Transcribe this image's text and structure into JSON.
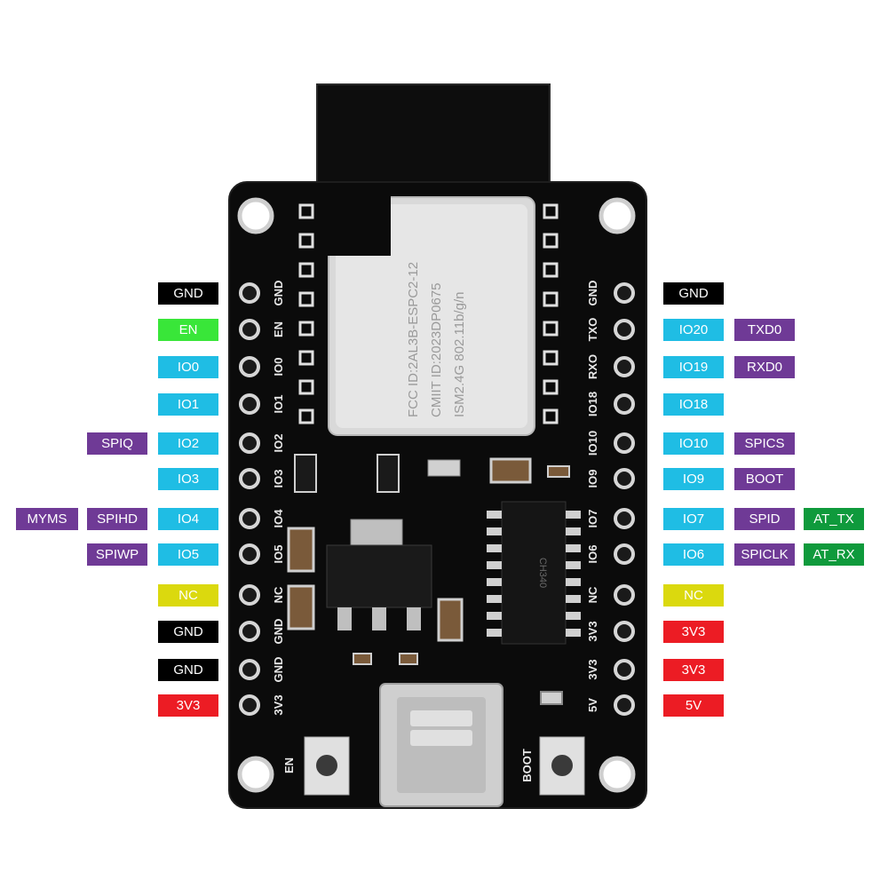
{
  "colors": {
    "gnd": "#000000",
    "en": "#39e639",
    "gpio": "#1fbde4",
    "purple": "#6f3a96",
    "green": "#0f9a3c",
    "nc": "#dbd90e",
    "power": "#ec1c24",
    "board": "#0b0b0b"
  },
  "left_labels": [
    {
      "row": "GND",
      "tags": [
        {
          "text": "GND",
          "kind": "gnd"
        }
      ]
    },
    {
      "row": "EN",
      "tags": [
        {
          "text": "EN",
          "kind": "en"
        }
      ]
    },
    {
      "row": "IO0",
      "tags": [
        {
          "text": "IO0",
          "kind": "gpio"
        }
      ]
    },
    {
      "row": "IO1",
      "tags": [
        {
          "text": "IO1",
          "kind": "gpio"
        }
      ]
    },
    {
      "row": "IO2",
      "tags": [
        {
          "text": "IO2",
          "kind": "gpio"
        },
        {
          "text": "SPIQ",
          "kind": "purple"
        }
      ]
    },
    {
      "row": "IO3",
      "tags": [
        {
          "text": "IO3",
          "kind": "gpio"
        }
      ]
    },
    {
      "row": "IO4",
      "tags": [
        {
          "text": "IO4",
          "kind": "gpio"
        },
        {
          "text": "SPIHD",
          "kind": "purple"
        },
        {
          "text": "MYMS",
          "kind": "purple"
        }
      ]
    },
    {
      "row": "IO5",
      "tags": [
        {
          "text": "IO5",
          "kind": "gpio"
        },
        {
          "text": "SPIWP",
          "kind": "purple"
        }
      ]
    },
    {
      "row": "NC",
      "tags": [
        {
          "text": "NC",
          "kind": "nc"
        }
      ]
    },
    {
      "row": "GND",
      "tags": [
        {
          "text": "GND",
          "kind": "gnd"
        }
      ]
    },
    {
      "row": "GND",
      "tags": [
        {
          "text": "GND",
          "kind": "gnd"
        }
      ]
    },
    {
      "row": "3V3",
      "tags": [
        {
          "text": "3V3",
          "kind": "power"
        }
      ]
    }
  ],
  "right_labels": [
    {
      "row": "GND",
      "tags": [
        {
          "text": "GND",
          "kind": "gnd"
        }
      ]
    },
    {
      "row": "IO20",
      "tags": [
        {
          "text": "IO20",
          "kind": "gpio"
        },
        {
          "text": "TXD0",
          "kind": "purple"
        }
      ]
    },
    {
      "row": "IO19",
      "tags": [
        {
          "text": "IO19",
          "kind": "gpio"
        },
        {
          "text": "RXD0",
          "kind": "purple"
        }
      ]
    },
    {
      "row": "IO18",
      "tags": [
        {
          "text": "IO18",
          "kind": "gpio"
        }
      ]
    },
    {
      "row": "IO10",
      "tags": [
        {
          "text": "IO10",
          "kind": "gpio"
        },
        {
          "text": "SPICS",
          "kind": "purple"
        }
      ]
    },
    {
      "row": "IO9",
      "tags": [
        {
          "text": "IO9",
          "kind": "gpio"
        },
        {
          "text": "BOOT",
          "kind": "purple"
        }
      ]
    },
    {
      "row": "IO7",
      "tags": [
        {
          "text": "IO7",
          "kind": "gpio"
        },
        {
          "text": "SPID",
          "kind": "purple"
        },
        {
          "text": "AT_TX",
          "kind": "green"
        }
      ]
    },
    {
      "row": "IO6",
      "tags": [
        {
          "text": "IO6",
          "kind": "gpio"
        },
        {
          "text": "SPICLK",
          "kind": "purple"
        },
        {
          "text": "AT_RX",
          "kind": "green"
        }
      ]
    },
    {
      "row": "NC",
      "tags": [
        {
          "text": "NC",
          "kind": "nc"
        }
      ]
    },
    {
      "row": "3V3",
      "tags": [
        {
          "text": "3V3",
          "kind": "power"
        }
      ]
    },
    {
      "row": "3V3",
      "tags": [
        {
          "text": "3V3",
          "kind": "power"
        }
      ]
    },
    {
      "row": "5V",
      "tags": [
        {
          "text": "5V",
          "kind": "power"
        }
      ]
    }
  ],
  "board": {
    "left_silk": [
      "GND",
      "EN",
      "IO0",
      "IO1",
      "IO2",
      "IO3",
      "IO4",
      "IO5",
      "NC",
      "GND",
      "GND",
      "3V3"
    ],
    "right_silk": [
      "GND",
      "TXO",
      "RXO",
      "IO18",
      "IO10",
      "IO9",
      "IO7",
      "IO6",
      "NC",
      "3V3",
      "3V3",
      "5V"
    ],
    "module_lines": [
      "FCC ID:2AL3B-ESPC2-12",
      "CMIIT ID:2023DP0675",
      "ISM2.4G 802.11b/g/n"
    ],
    "button_en": "EN",
    "button_boot": "BOOT",
    "chip_marking": "CH340"
  }
}
